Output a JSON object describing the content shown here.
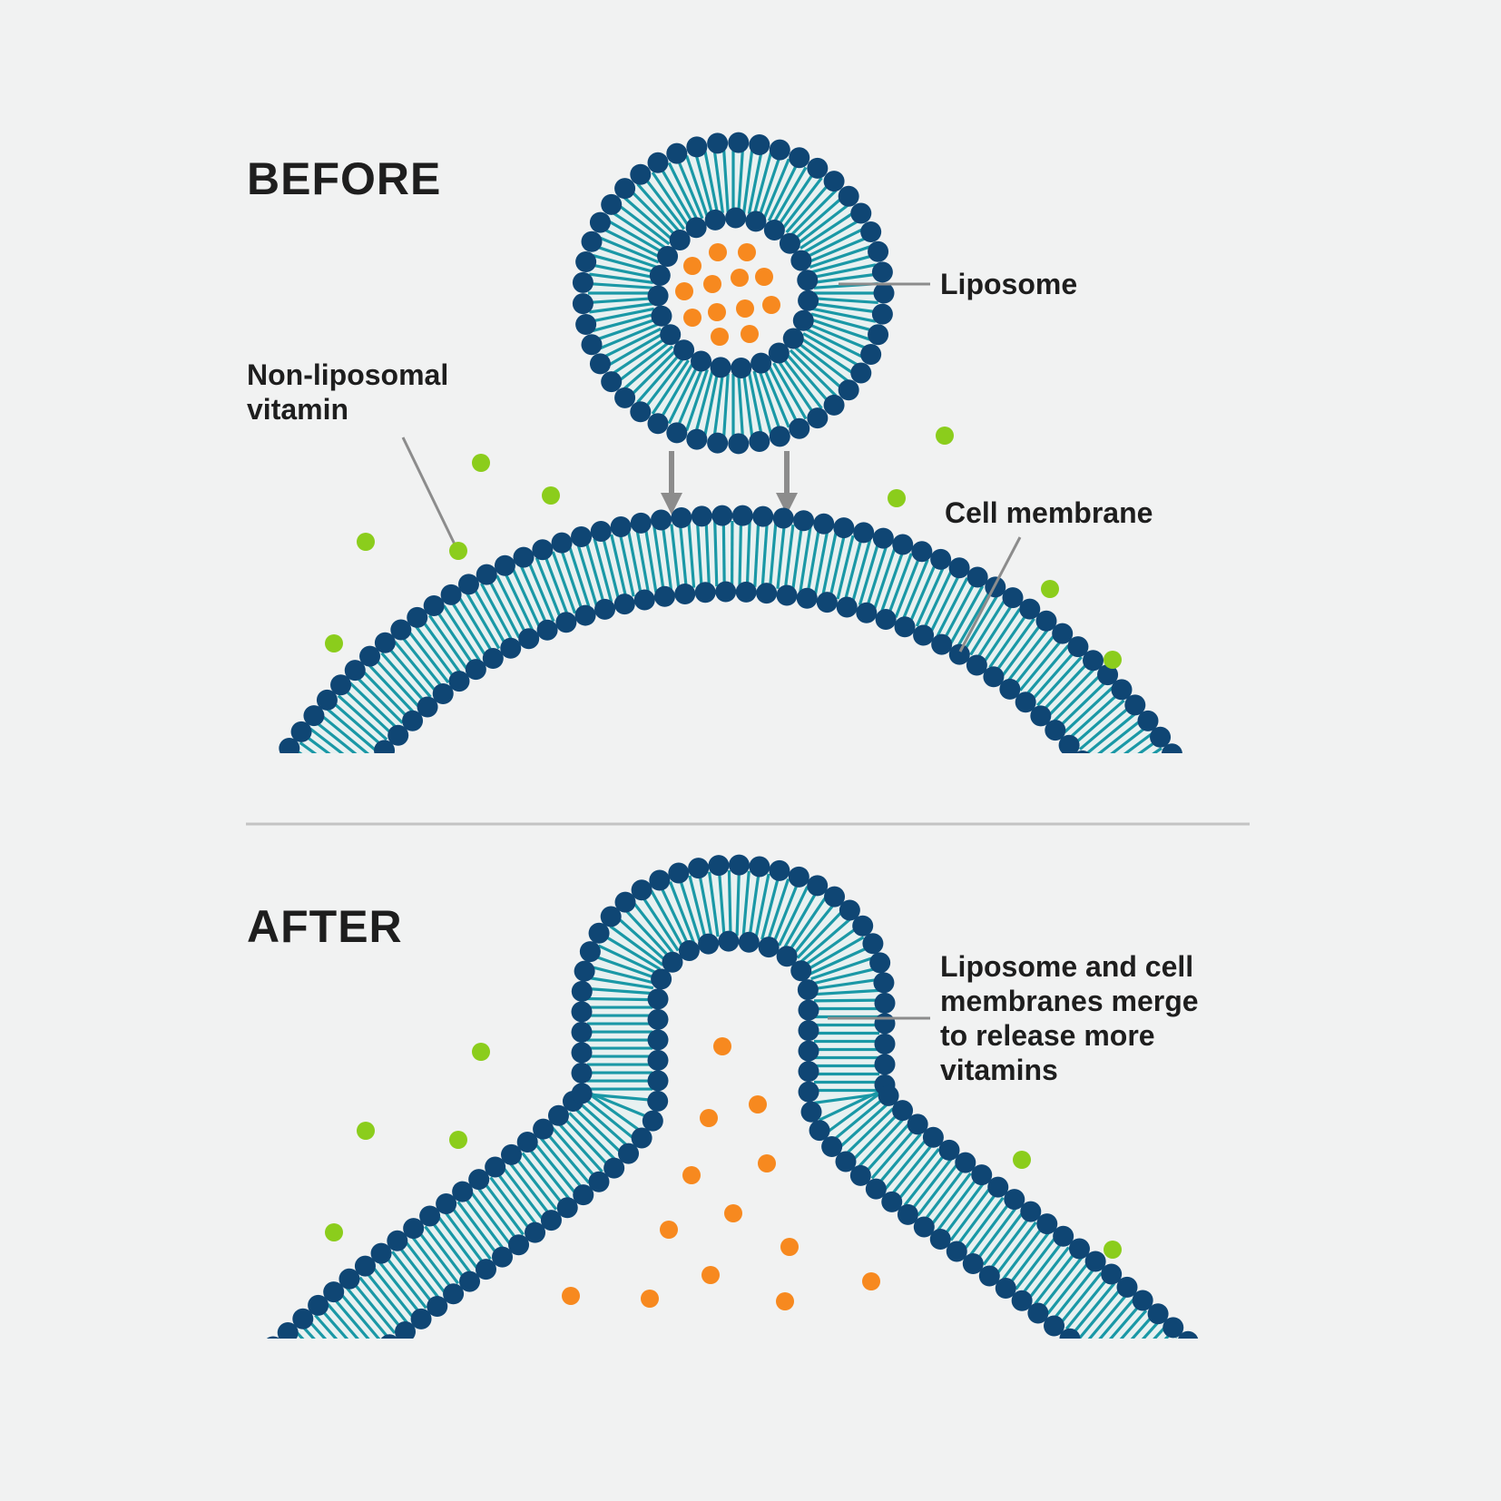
{
  "before": {
    "heading": "BEFORE",
    "labels": {
      "liposome": "Liposome",
      "non_liposomal": [
        "Non-liposomal",
        "vitamin"
      ],
      "cell_membrane": "Cell membrane"
    }
  },
  "after": {
    "heading": "AFTER",
    "labels": {
      "merge": [
        "Liposome and cell",
        "membranes merge",
        "to release more",
        "vitamins"
      ]
    }
  },
  "colors": {
    "background": "#f1f2f2",
    "phospholipid_head": "#0f4674",
    "phospholipid_tail": "#1a98a6",
    "tail_background": "#e8f1f1",
    "liposomal_vitamin": "#f7891f",
    "non_liposomal_vitamin": "#8bcd1c",
    "leader_line": "#8c8c8c",
    "divider": "#c4c4c4",
    "arrow": "#8c8c8c"
  }
}
